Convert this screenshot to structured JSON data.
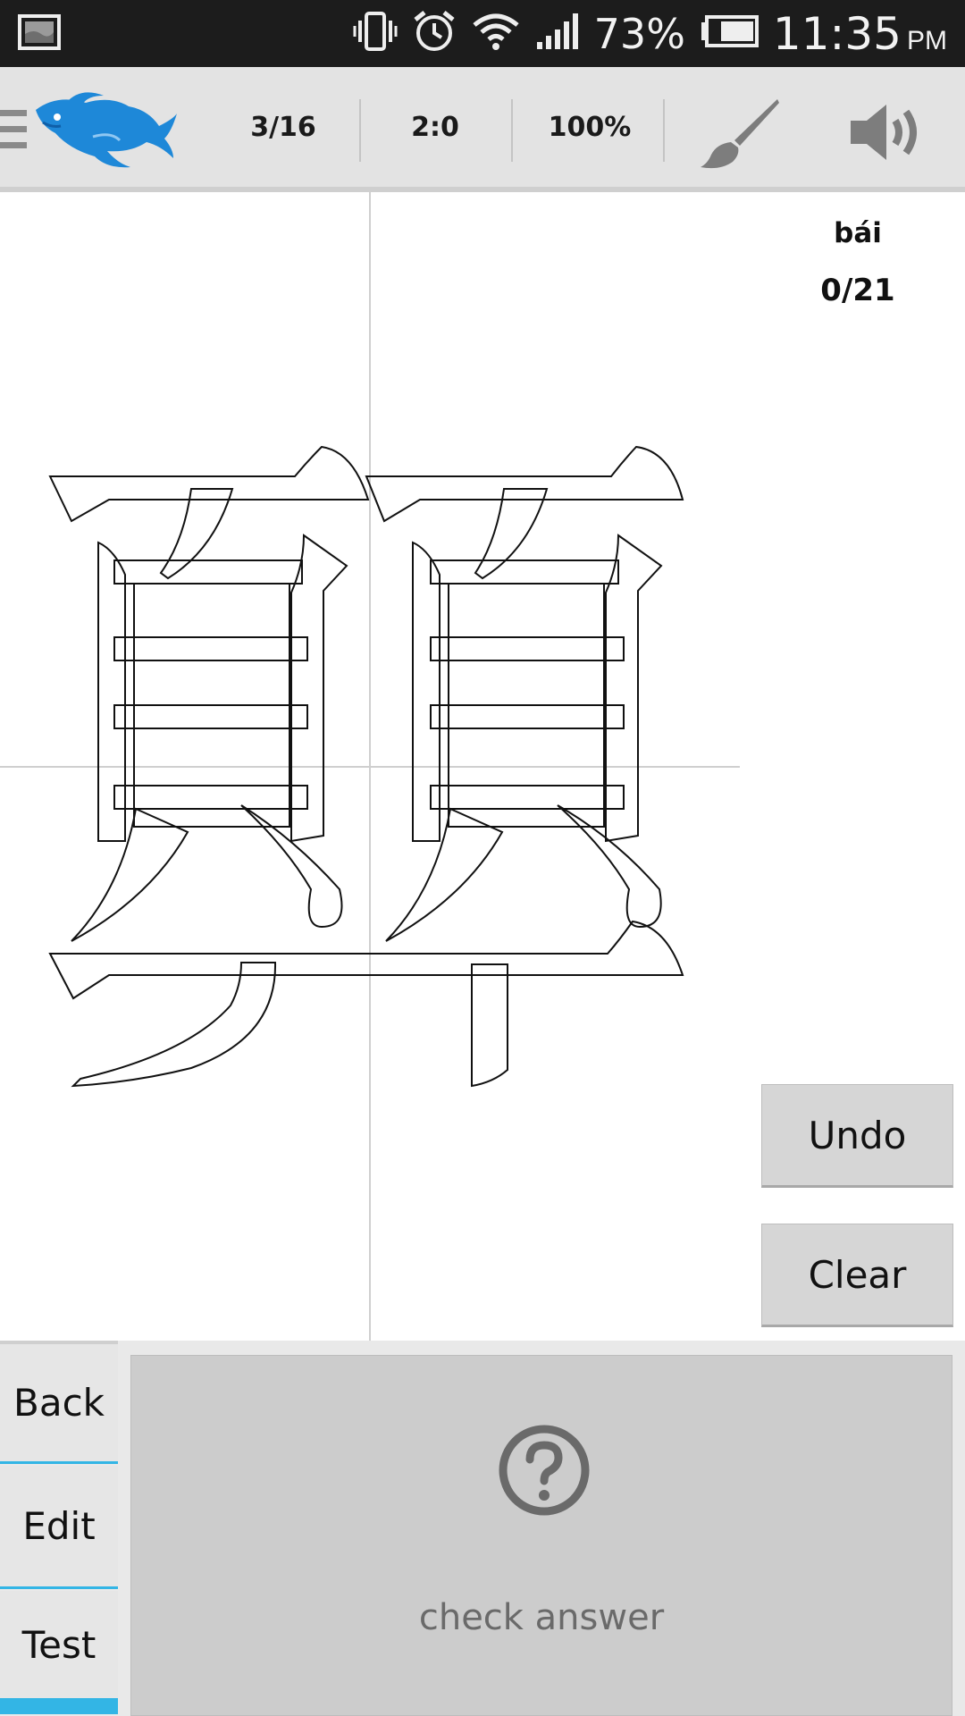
{
  "status_bar": {
    "battery": "73%",
    "time": "11:35",
    "ampm": "PM"
  },
  "toolbar": {
    "progress": "3/16",
    "score": "2:0",
    "accuracy": "100%"
  },
  "character": {
    "pinyin": "bái",
    "stroke_count": "0/21"
  },
  "buttons": {
    "undo": "Undo",
    "clear": "Clear",
    "back": "Back",
    "edit": "Edit",
    "test": "Test",
    "check_answer": "check answer"
  },
  "colors": {
    "accent": "#33b5e5",
    "logo": "#1e88d8",
    "toolbar_bg": "#e3e3e3"
  },
  "icons": {
    "menu": "hamburger-icon",
    "logo": "dolphin-logo",
    "brush": "brush-icon",
    "sound": "speaker-icon",
    "help": "question-circle-icon"
  }
}
